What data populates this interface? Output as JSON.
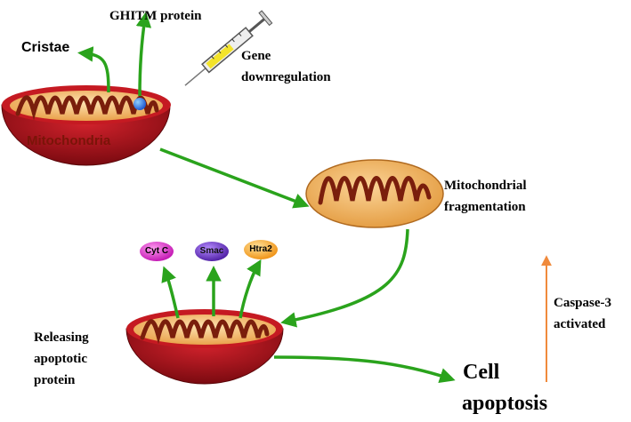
{
  "labels": {
    "cristae": "Cristae",
    "ghitm": "GHITM protein",
    "gene_line1": "Gene",
    "gene_line2": "downregulation",
    "mitochondria": "Mitochondria",
    "frag_line1": "Mitochondrial",
    "frag_line2": "fragmentation",
    "release_line1": "Releasing",
    "release_line2": "apoptotic",
    "release_line3": "protein",
    "cell_line1": "Cell",
    "cell_line2": "apoptosis",
    "caspase_line1": "Caspase-3",
    "caspase_line2": "activated"
  },
  "proteins": [
    {
      "label": "Cyt C",
      "color": "#e02ad0"
    },
    {
      "label": "Smac",
      "color": "#6a2cc8"
    },
    {
      "label": "Htra2",
      "color": "#f4a21a"
    }
  ],
  "colors": {
    "arrow_green": "#2aa31c",
    "caspase_arrow": "#f08a3c",
    "mito_outer": "#a4111a",
    "mito_inner": "#f6c07a",
    "cristae_stroke": "#7a1e0c",
    "ghitm_dot": "#2f7ff0"
  },
  "icons": [
    "syringe-icon",
    "mitochondrion-icon"
  ]
}
